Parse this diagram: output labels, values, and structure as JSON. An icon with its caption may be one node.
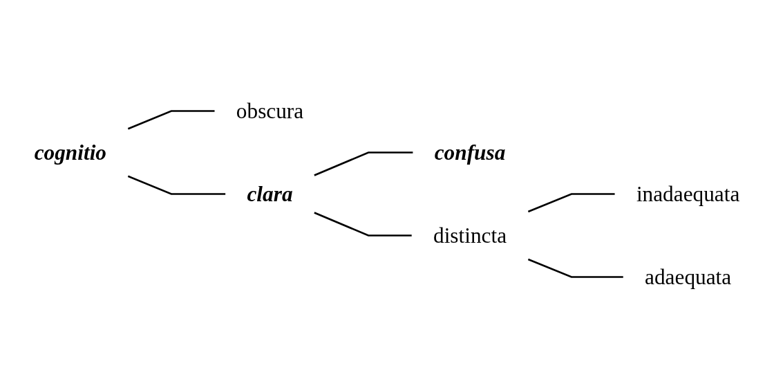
{
  "diagram": {
    "nodes": [
      {
        "text": [
          "cognitio"
        ]
      },
      {
        "text": [
          "obscura"
        ]
      },
      {
        "text": [
          "clara"
        ]
      },
      {
        "text": [
          "confusa"
        ]
      },
      {
        "text": [
          "distincta"
        ]
      },
      {
        "text": [
          "inadaequata"
        ]
      },
      {
        "text": [
          "adaequata"
        ]
      }
    ],
    "edges": [
      {
        "from": 0,
        "to": 1,
        "arrow": "none"
      },
      {
        "from": 0,
        "to": 2,
        "arrow": "none"
      },
      {
        "from": 2,
        "to": 3,
        "arrow": "none"
      },
      {
        "from": 2,
        "to": 4,
        "arrow": "none"
      },
      {
        "from": 4,
        "to": 5,
        "arrow": "none"
      },
      {
        "from": 4,
        "to": 6,
        "arrow": "none"
      }
    ]
  }
}
